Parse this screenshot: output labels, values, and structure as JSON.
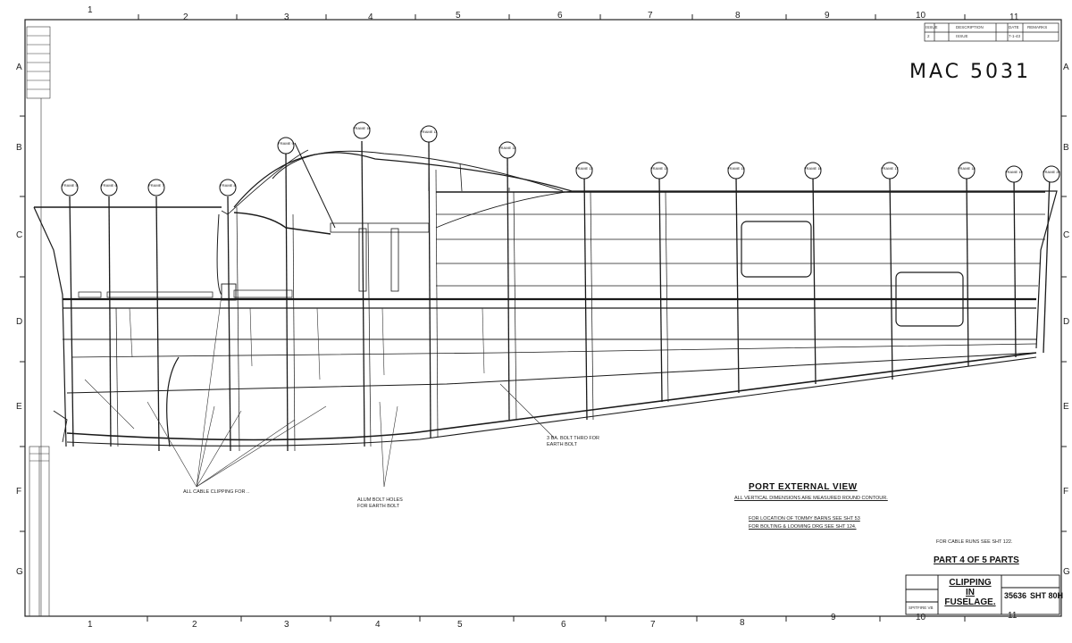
{
  "drawing_id": "MAC 5031",
  "grid_numbers": [
    "1",
    "2",
    "3",
    "4",
    "5",
    "6",
    "7",
    "8",
    "9",
    "10",
    "11"
  ],
  "grid_letters": [
    "A",
    "B",
    "C",
    "D",
    "E",
    "F",
    "G"
  ],
  "frames": [
    "FRAME 5",
    "FRAME 6",
    "FRAME 7",
    "FRAME 8",
    "FRAME 9",
    "FRAME 10",
    "FRAME 11",
    "FRAME 12",
    "FRAME 13",
    "FRAME 14",
    "FRAME 15",
    "FRAME 16",
    "FRAME 17",
    "FRAME 18",
    "FRAME 19",
    "FRAME 20"
  ],
  "view_title": "PORT EXTERNAL VIEW",
  "view_subtitle": "ALL VERTICAL DIMENSIONS ARE MEASURED ROUND CONTOUR.",
  "location_note_1": "FOR LOCATION OF TOMMY BARNS SEE SHT 53",
  "location_note_2": "FOR BOLTING & LOOMING DRG SEE SHT 124.",
  "cable_note": "FOR CABLE RUNS SEE SHT 122.",
  "part_label": "PART 4 OF 5 PARTS",
  "title_block": {
    "title_line1": "CLIPPING",
    "title_line2": "IN",
    "title_line3": "FUSELAGE.",
    "drawing_number": "35636",
    "sheet": "SHT 80H",
    "spitfire": "SPITFIRE VB"
  },
  "revision_table": {
    "headers": [
      "ISSUE",
      "DESCRIPTION",
      "DATE",
      "REMARKS"
    ],
    "row": [
      "2",
      "ISSUE",
      "7-1-43",
      ""
    ]
  },
  "callouts": {
    "left": "ALL CABLE CLIPPING FOR ..",
    "mid": "ALUM BOLT HOLES FOR EARTH BOLT",
    "right": "3 BA. BOLT THRO FOR EARTH BOLT"
  }
}
